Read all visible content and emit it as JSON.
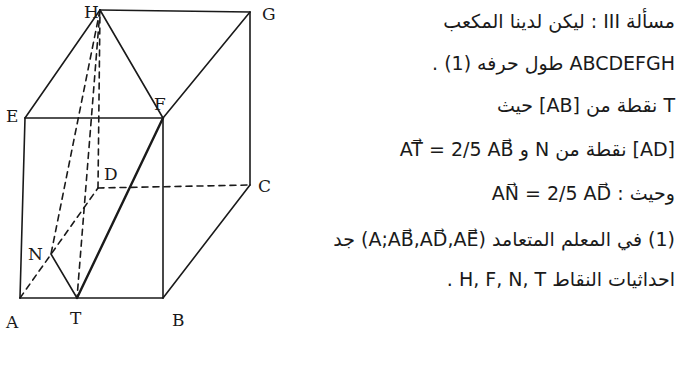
{
  "diagram": {
    "title": "مسألة III : ليكن لدينا المكعب",
    "labels": [
      "H",
      "G",
      "E",
      "F",
      "D",
      "C",
      "N",
      "A",
      "T",
      "B",
      "ABCDEFGH طول حرفه (1) .",
      "T نقطة من [AB] حيث",
      "[AD] نقطة من N و AT⃗ = 2/5 AB⃗",
      "وحيث : AN⃗ = 2/5 AD⃗",
      "(1) في المعلم المتعامد (A;AB⃗,AD⃗,AE⃗) جد",
      "احداثيات النقاط H, F, N, T ."
    ]
  }
}
